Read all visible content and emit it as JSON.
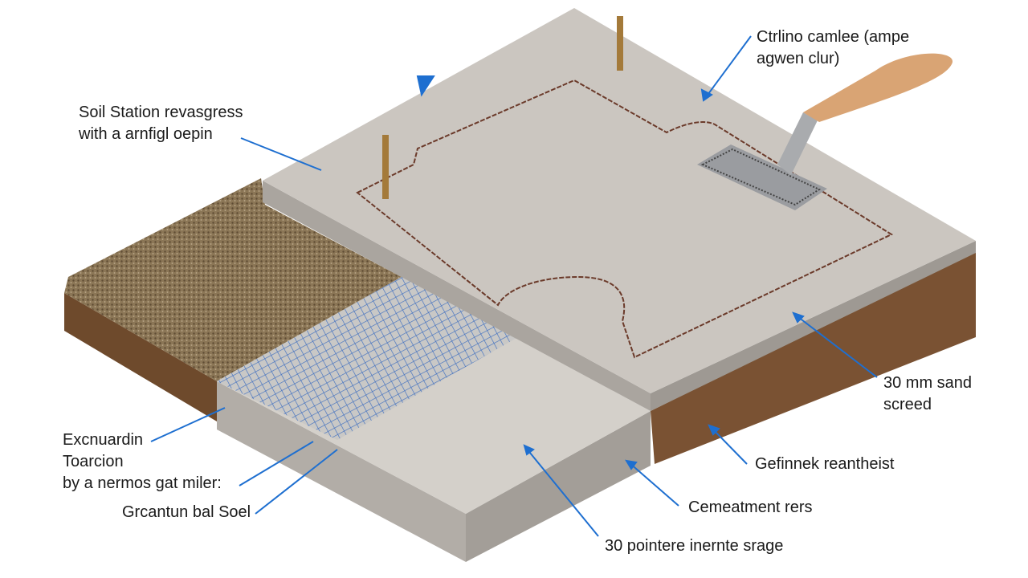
{
  "labels": {
    "soil_station": [
      "Soil Station revasgress",
      "with a arnfigl oepin"
    ],
    "top_right": [
      "Ctrlino camlee (ampe",
      "agwen clur)"
    ],
    "sand_screed": [
      "30 mm sand",
      "screed"
    ],
    "excavation": [
      "Excnuardin",
      "Toarcion",
      "by a nermos gat miler:"
    ],
    "granular": "Grcantun bal Soel",
    "gefinnek": "Gefinnek reantheist",
    "cemeatment": "Cemeatment rers",
    "pointere": "30 pointere inernte srage"
  },
  "colors": {
    "arrow": "#1e6fd0",
    "slab_top": "#cbc6c0",
    "soil": "#7a5233",
    "gravel": "#8a7455",
    "mesh": "#3f6fc0",
    "dashed_line": "#6b3a2a"
  }
}
